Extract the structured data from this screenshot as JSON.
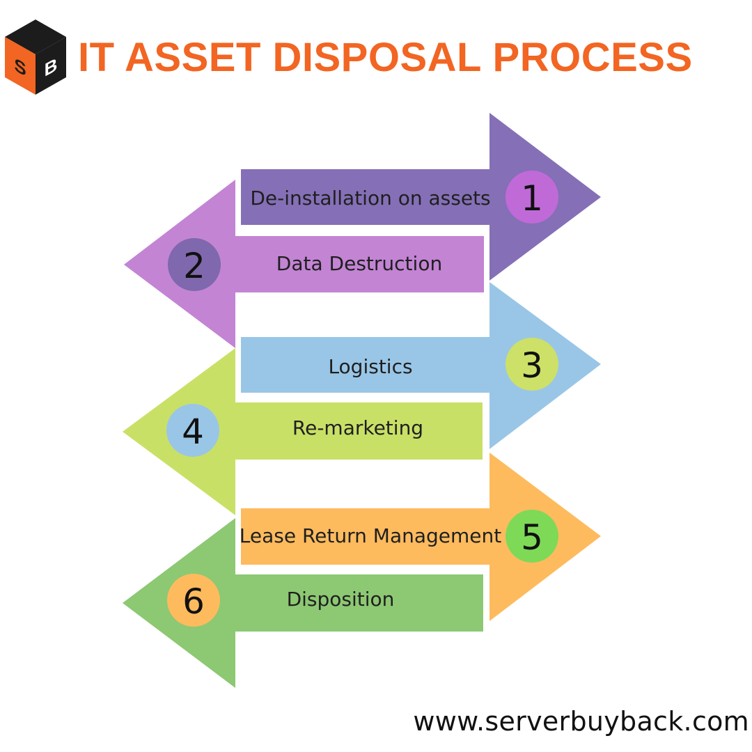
{
  "title": "IT ASSET DISPOSAL PROCESS",
  "logo": {
    "letters": [
      "S",
      "B"
    ],
    "colors": {
      "top": "#1c1c1c",
      "left": "#f26522",
      "right": "#1c1c1c",
      "letter_left": "#1c1c1c",
      "letter_right": "#ffffff"
    }
  },
  "steps": [
    {
      "number": "1",
      "label": "De-installation  on assets",
      "arrow_color": "#856fb6",
      "circle_color": "#c06ad8",
      "direction": "right"
    },
    {
      "number": "2",
      "label": "Data Destruction",
      "arrow_color": "#c384d4",
      "circle_color": "#7f68ad",
      "direction": "left"
    },
    {
      "number": "3",
      "label": "Logistics",
      "arrow_color": "#99c6e6",
      "circle_color": "#cde068",
      "direction": "right"
    },
    {
      "number": "4",
      "label": "Re-marketing",
      "arrow_color": "#c9e067",
      "circle_color": "#99c6e6",
      "direction": "left"
    },
    {
      "number": "5",
      "label": "Lease Return Management",
      "arrow_color": "#fdbb5e",
      "circle_color": "#7ed957",
      "direction": "right"
    },
    {
      "number": "6",
      "label": "Disposition",
      "arrow_color": "#8dc873",
      "circle_color": "#fdbb5e",
      "direction": "left"
    }
  ],
  "footer": {
    "website": "www.serverbuyback.com"
  },
  "colors": {
    "title": "#f26522",
    "background": "#ffffff"
  }
}
